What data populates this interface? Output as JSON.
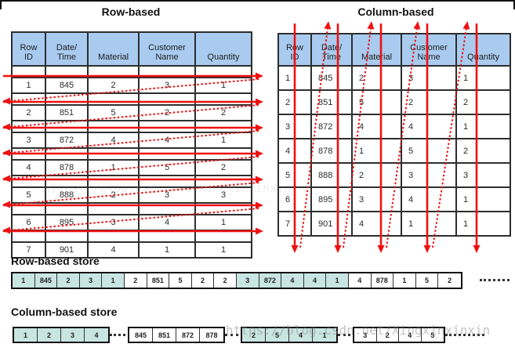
{
  "header": {
    "left_title": "Row-based",
    "right_title": "Column-based"
  },
  "table": {
    "columns": [
      "Row\nID",
      "Date/\nTime",
      "Material",
      "Customer\nName",
      "Quantity"
    ],
    "rows": [
      [
        "1",
        "845",
        "2",
        "3",
        "1"
      ],
      [
        "2",
        "851",
        "5",
        "2",
        "2"
      ],
      [
        "3",
        "872",
        "4",
        "4",
        "1"
      ],
      [
        "4",
        "878",
        "1",
        "5",
        "2"
      ],
      [
        "5",
        "888",
        "2",
        "3",
        "3"
      ],
      [
        "6",
        "895",
        "3",
        "4",
        "1"
      ],
      [
        "7",
        "901",
        "4",
        "1",
        "1"
      ]
    ]
  },
  "row_store": {
    "title": "Row-based store",
    "groups": [
      {
        "shade": "teal",
        "cells": [
          "1",
          "845",
          "2",
          "3",
          "1"
        ]
      },
      {
        "shade": "white",
        "cells": [
          "2",
          "851",
          "5",
          "2",
          "2"
        ]
      },
      {
        "shade": "teal",
        "cells": [
          "3",
          "872",
          "4",
          "4",
          "1"
        ]
      },
      {
        "shade": "white",
        "cells": [
          "4",
          "878",
          "1",
          "5",
          "2"
        ]
      }
    ]
  },
  "column_store": {
    "title": "Column-based store",
    "groups": [
      {
        "shade": "teal",
        "cells": [
          "1",
          "2",
          "3",
          "4"
        ]
      },
      {
        "shade": "white",
        "cells": [
          "845",
          "851",
          "872",
          "878"
        ]
      },
      {
        "shade": "teal",
        "cells": [
          "2",
          "5",
          "4",
          "1"
        ]
      },
      {
        "shade": "white",
        "cells": [
          "3",
          "2",
          "4",
          "5"
        ]
      }
    ]
  },
  "watermark": {
    "text": "https://blog.csdn.net/Xingxinxinxin"
  },
  "colors": {
    "header_blue": "#A9CBEF",
    "teal": "#C8E5E1",
    "arrow_red": "#F01010",
    "border_dark": "#2E2E2E",
    "text": "#2B2B2B",
    "watermark_gray": "#8A8A8A"
  }
}
